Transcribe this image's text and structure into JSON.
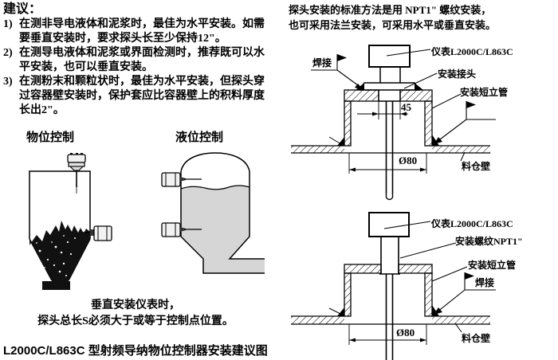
{
  "colors": {
    "ink": "#000000",
    "liquid": "#d6d6d6"
  },
  "left": {
    "heading": "建议：",
    "items": [
      {
        "num": "1)",
        "lines": [
          "在测非导电液体和泥浆时，最佳为水平安装。如需",
          "要垂直安装时，要求探头长至少保持12\"。"
        ]
      },
      {
        "num": "2)",
        "lines": [
          "在测导电液体和泥浆或界面检测时，推荐既可以水",
          "平安装，也可以垂直安装。"
        ]
      },
      {
        "num": "3)",
        "lines": [
          "在测粉末和颗粒状时，最佳为水平安装，但探头穿",
          "过容器壁安装时，保护套应比容器壁上的积料厚度",
          "长出2\"。"
        ]
      }
    ],
    "fig1_label": "物位控制",
    "fig2_label": "液位控制",
    "note_line1": "垂直安装仪表时，",
    "note_line2": "探头总长S必须大于或等于控制点位置。",
    "caption": "L2000C/L863C 型射频导纳物位控制器安装建议图"
  },
  "right": {
    "intro_line1": "探头安装的标准方法是用 NPT1\" 螺纹安装，",
    "intro_line2": "也可采用法兰安装，可采用水平或垂直安装。",
    "top_diagram": {
      "weld_label": "焊接",
      "instrument_label": "仪表L2000C/L863C",
      "joint_label": "安装接头",
      "standpipe_label": "安装短立管",
      "dim_45": "45",
      "dim_d80": "Ø80",
      "wall_label": "料仓壁"
    },
    "bottom_diagram": {
      "instrument_label": "仪表L2000C/L863C",
      "thread_label": "安装螺纹NPT1\"",
      "standpipe_label": "安装短立管",
      "weld_label": "焊接",
      "dim_d80": "Ø80",
      "wall_label": "料仓壁"
    }
  }
}
